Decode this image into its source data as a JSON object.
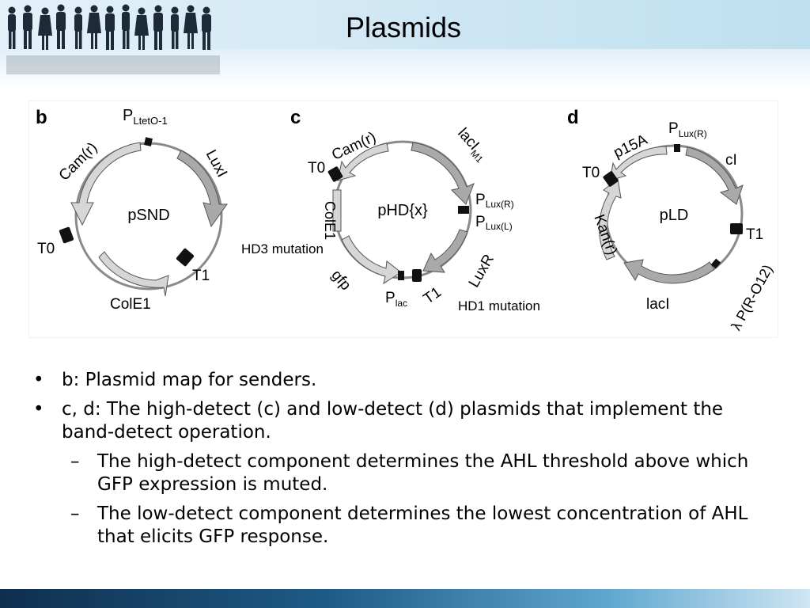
{
  "slide": {
    "title": "Plasmids"
  },
  "figure": {
    "panel_b": {
      "letter": "b",
      "name": "pSND",
      "promoter": "P",
      "promoter_sub": "LtetO-1",
      "labels": {
        "cam": "Cam(r)",
        "luxi": "LuxI",
        "t0": "T0",
        "t1": "T1",
        "cole1": "ColE1"
      }
    },
    "panel_c": {
      "letter": "c",
      "name": "pHD{x}",
      "labels": {
        "cam": "Cam(r)",
        "t0": "T0",
        "laci": "lacI",
        "laci_sub": "M1",
        "plux_r": "P",
        "plux_r_sub": "Lux(R)",
        "plux_l": "P",
        "plux_l_sub": "Lux(L)",
        "cole1": "ColE1",
        "luxr": "LuxR",
        "gfp": "gfp",
        "plac": "P",
        "plac_sub": "lac",
        "t1": "T1"
      }
    },
    "panel_d": {
      "letter": "d",
      "name": "pLD",
      "labels": {
        "p15a": "p15A",
        "plux_r": "P",
        "plux_r_sub": "Lux(R)",
        "t0": "T0",
        "ci": "cI",
        "kan": "Kan(r)",
        "t1": "T1",
        "laci": "lacI",
        "lambda": "λ P(R-O12)"
      }
    },
    "annotations": {
      "hd3": "HD3 mutation",
      "hd1": "HD1 mutation"
    }
  },
  "bullets": [
    {
      "level": 1,
      "marker": "•",
      "text": "b: Plasmid map for senders."
    },
    {
      "level": 1,
      "marker": "•",
      "text": "c, d: The high-detect (c) and low-detect (d) plasmids that implement the band-detect operation."
    },
    {
      "level": 2,
      "marker": "–",
      "text": "The high-detect component determines the AHL threshold above which GFP expression is muted."
    },
    {
      "level": 2,
      "marker": "–",
      "text": "The low-detect component determines the lowest concentration of AHL that elicits GFP response."
    }
  ],
  "colors": {
    "gene_dark": "#a9a9a9",
    "gene_light": "#d6d6d6",
    "terminator": "#111111",
    "backbone": "#8a8a8a",
    "footer_dark": "#0f2f4e"
  }
}
